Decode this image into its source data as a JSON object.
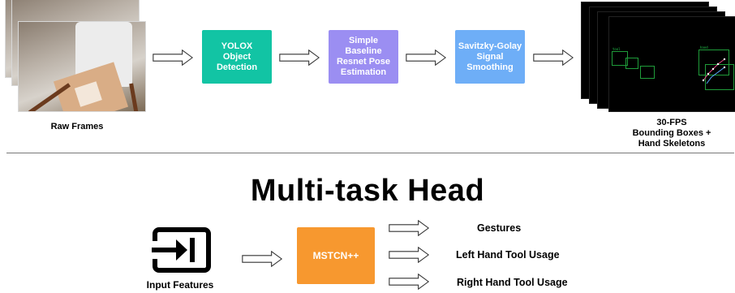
{
  "pipeline": {
    "raw_frames_label": "Raw Frames",
    "stages": [
      {
        "label": "YOLOX Object Detection",
        "lines": [
          "YOLOX",
          "Object",
          "Detection"
        ],
        "color": "#12c4a4"
      },
      {
        "label": "Simple Baseline Resnet Pose Estimation",
        "lines": [
          "Simple",
          "Baseline",
          "Resnet Pose",
          "Estimation"
        ],
        "color": "#9b8ef2"
      },
      {
        "label": "Savitzky-Golay Signal Smoothing",
        "lines": [
          "Savitzky-Golay",
          "Signal",
          "Smoothing"
        ],
        "color": "#6eaef7"
      }
    ],
    "output_lines": [
      "30-FPS",
      "Bounding Boxes +",
      "Hand Skeletons"
    ]
  },
  "head": {
    "title": "Multi-task Head",
    "input_label": "Input Features",
    "model_label": "MSTCN++",
    "model_color": "#f7982f",
    "outputs": [
      "Gestures",
      "Left Hand Tool Usage",
      "Right Hand Tool Usage"
    ]
  },
  "icons": {
    "arrow": "hollow-right-arrow-icon",
    "input": "input-arrow-into-box-icon"
  }
}
